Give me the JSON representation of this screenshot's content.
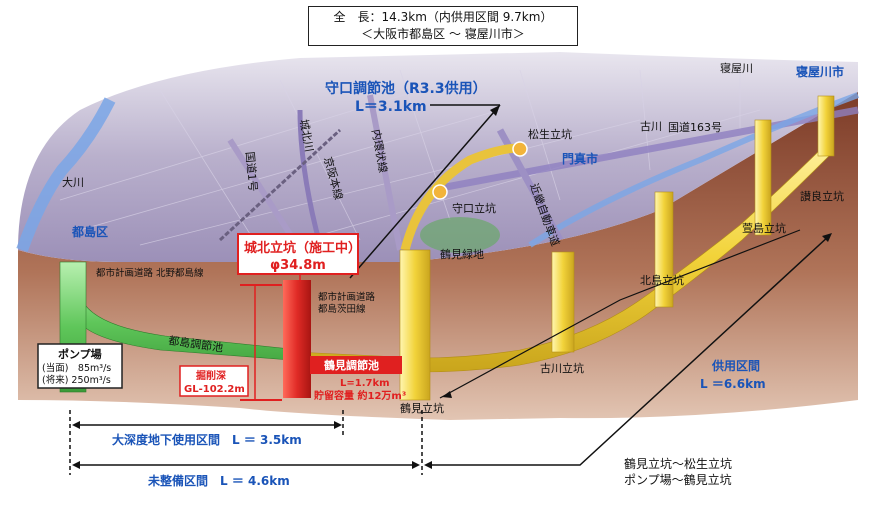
{
  "header": {
    "line1": "全　長：14.3km（内供用区間 9.7km）",
    "line2": "＜大阪市都島区 ～ 寝屋川市＞"
  },
  "labels": {
    "moriguchi_pond": "守口調節池（R3.3供用）",
    "moriguchi_len": "L＝3.1km",
    "neyagawa_city": "寝屋川市",
    "neyagawa_river": "寝屋川",
    "furukawa": "古川",
    "route163": "国道163号",
    "matsuo_shaft": "松生立坑",
    "kadoma_city": "門真市",
    "kinki_expressway": "近畿自動車道",
    "moriguchi_shaft": "守口立坑",
    "kita_river": "城北川",
    "naikan": "内環状線",
    "keihan": "京阪本線",
    "route1": "国道1号",
    "okawa": "大川",
    "miyakojima": "都島区",
    "tsurumi_ryokuchi": "鶴見緑地",
    "kayashima_shaft": "萱島立坑",
    "sanryo_shaft": "讃良立坑",
    "kitajima_shaft": "北島立坑",
    "furukawa_shaft": "古川立坑",
    "tsurumi_shaft": "鶴見立坑",
    "jyohoku_shaft": "城北立坑（施工中）",
    "jyohoku_dia": "φ34.8m",
    "road_kitano": "都市計画道路 北野都島線",
    "road_toshima1": "都市計画道路",
    "road_toshima2": "都島茨田線",
    "miyakojima_pond": "都島調節池",
    "pump1": "ポンプ場",
    "pump2": "(当面)　85m³/s",
    "pump3": "(将来) 250m³/s",
    "depth1": "掘削深",
    "depth2": "GL-102.2m",
    "tsurumi_pond": "鶴見調節池",
    "tsurumi_len": "L=1.7km",
    "tsurumi_cap": "貯留容量 約12万m³",
    "deep_section": "大深度地下使用区間　L ＝ 3.5km",
    "undeveloped": "未整備区間　L ＝ 4.6km",
    "service_section": "供用区間",
    "service_len": "L ＝6.6km",
    "note1": "鶴見立坑〜松生立坑",
    "note2": "ポンプ場〜鶴見立坑",
    "kitano_route_label": "城北川"
  },
  "colors": {
    "city": "#b7aec9",
    "sky": "#f4f3f7",
    "soil_top": "#8b4a34",
    "soil_bottom": "#c99a82",
    "tunnel_green": "#6fcf6a",
    "tunnel_yellow": "#f4d94a",
    "shaft_red": "#e02b26",
    "label_blue": "#1a54b8",
    "label_red": "#e02020",
    "arrow_blue": "#1a3fa8"
  }
}
